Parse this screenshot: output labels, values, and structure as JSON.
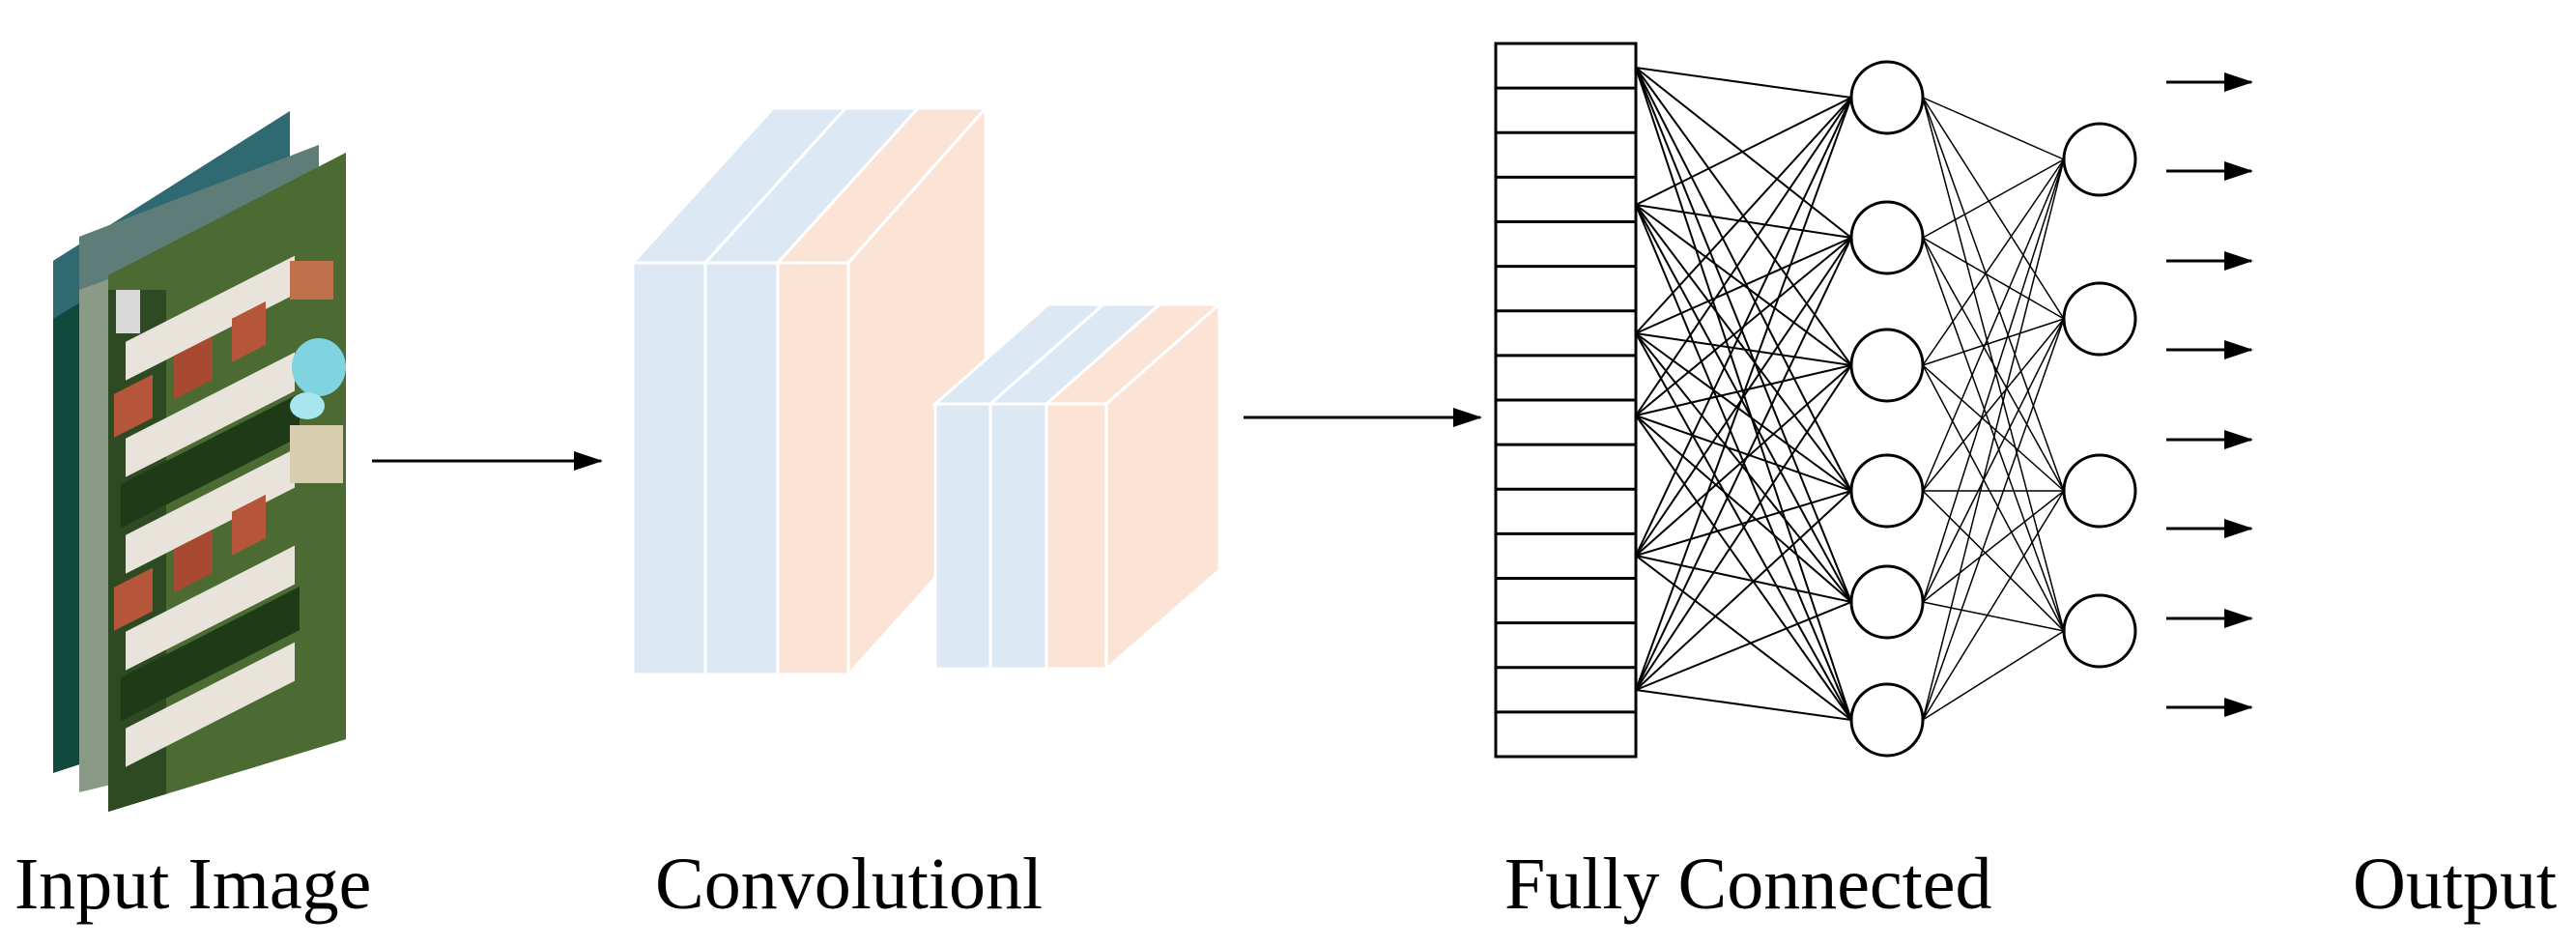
{
  "labels": {
    "input": "Input Image",
    "conv": "Convolutionl",
    "fc": "Fully Connected",
    "output": "Output"
  },
  "colors": {
    "conv_blue": "#dde8f5",
    "conv_peach": "#fbe4d6",
    "stroke": "#000000"
  },
  "icons": {
    "input_image": "aerial-photo-stack-icon"
  }
}
